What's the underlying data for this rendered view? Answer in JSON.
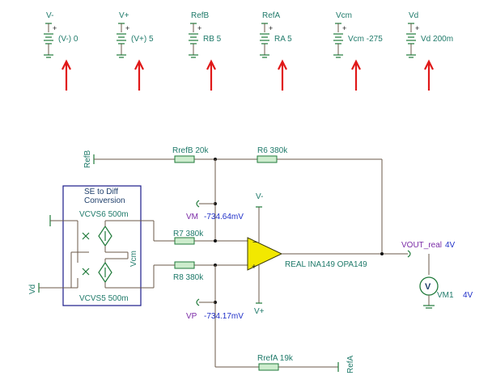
{
  "sources": [
    {
      "name": "V-",
      "value": "(V-) 0"
    },
    {
      "name": "V+",
      "value": "(V+) 5"
    },
    {
      "name": "RefB",
      "value": "RB 5"
    },
    {
      "name": "RefA",
      "value": "RA 5"
    },
    {
      "name": "Vcm",
      "value": "Vcm -275"
    },
    {
      "name": "Vd",
      "value": "Vd 200m"
    }
  ],
  "circuit": {
    "refb_port": "RefB",
    "refa_port": "RefA",
    "vd_port": "Vd",
    "vcm_label": "Vcm",
    "box_title_line1": "SE to Diff",
    "box_title_line2": "Conversion",
    "vcvs6": "VCVS6 500m",
    "vcvs5": "VCVS5 500m",
    "rrefb": "RrefB 20k",
    "r6": "R6 380k",
    "r7": "R7 380k",
    "r8": "R8 380k",
    "rrefa": "RrefA 19k",
    "vm_name": "VM",
    "vm_value": "-734.64mV",
    "vp_name": "VP",
    "vp_value": "-734.17mV",
    "vminus": "V-",
    "vplus": "V+",
    "opamp": "REAL INA149 OPA149",
    "vout_name": "VOUT_real",
    "vout_value": "4V",
    "meter_name": "VM1",
    "meter_value": "4V",
    "meter_symbol": "V"
  }
}
